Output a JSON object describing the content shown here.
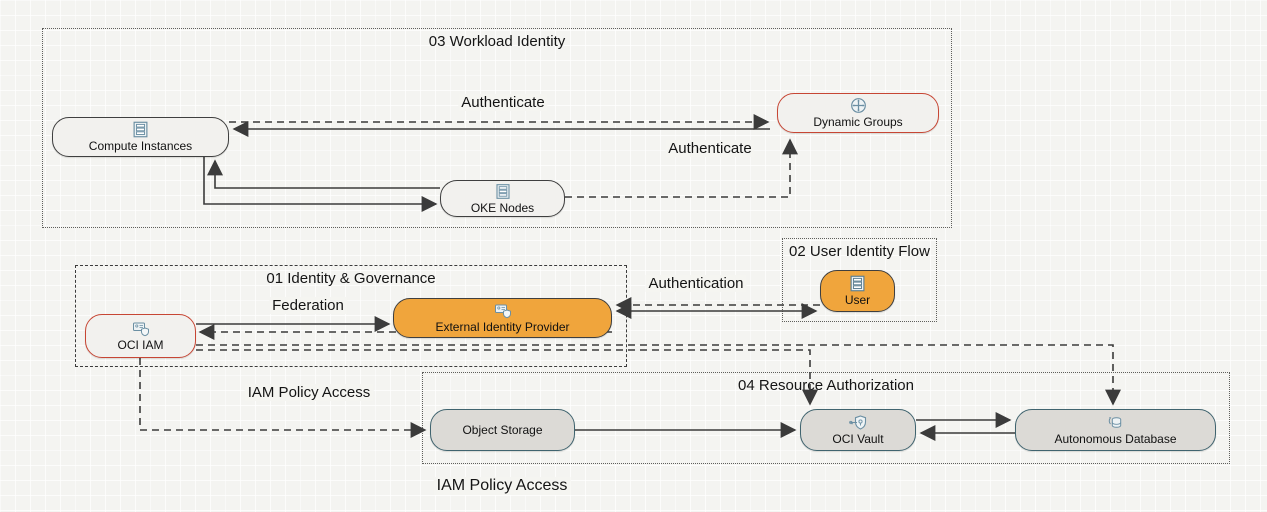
{
  "colors": {
    "canvas_bg": "#f4f4f1",
    "node_fill": "#f2f1ee",
    "node_border": "#3f3f3f",
    "red_accent_border": "#c74634",
    "orange_fill": "#f0a53c",
    "teal_border": "#40646f",
    "teal_node_fill": "#dcdad6",
    "icon_blue": "#6b8fa3",
    "edge_color": "#3b3b3b"
  },
  "containers": {
    "workload": {
      "title": "03 Workload Identity"
    },
    "user_flow": {
      "title": "02 User Identity Flow"
    },
    "governance": {
      "title": "01 Identity & Governance"
    },
    "resource": {
      "title": "04 Resource Authorization"
    }
  },
  "nodes": {
    "compute_instances": {
      "label": "Compute Instances",
      "icon": "server-icon"
    },
    "dynamic_groups": {
      "label": "Dynamic Groups",
      "icon": "crosshair-circle-icon"
    },
    "oke_nodes": {
      "label": "OKE Nodes",
      "icon": "server-icon"
    },
    "oci_iam": {
      "label": "OCI IAM",
      "icon": "id-card-shield-icon"
    },
    "external_idp": {
      "label": "External Identity Provider",
      "icon": "id-card-shield-icon"
    },
    "user": {
      "label": "User",
      "icon": "server-icon"
    },
    "object_storage": {
      "label": "Object Storage",
      "icon": "none"
    },
    "oci_vault": {
      "label": "OCI Vault",
      "icon": "key-shield-icon"
    },
    "autonomous_db": {
      "label": "Autonomous Database",
      "icon": "autonomous-database-icon"
    }
  },
  "edge_labels": {
    "authenticate_compute": "Authenticate",
    "authenticate_oke": "Authenticate",
    "federation": "Federation",
    "authentication": "Authentication",
    "iam_policy_access_storage": "IAM Policy Access",
    "iam_policy_access_bottom": "IAM Policy Access"
  }
}
